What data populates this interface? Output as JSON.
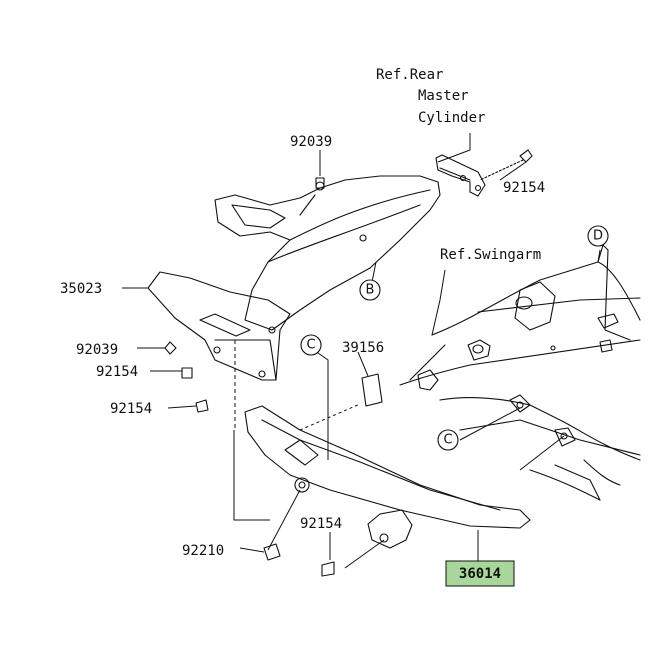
{
  "diagram": {
    "refs": {
      "rear_master_cylinder": [
        "Ref.Rear",
        "Master",
        "Cylinder"
      ],
      "swingarm": "Ref.Swingarm"
    },
    "parts": {
      "p92039_top": "92039",
      "p92154_right": "92154",
      "p35023": "35023",
      "p92039_left": "92039",
      "p92154_left_a": "92154",
      "p92154_left_b": "92154",
      "p39156": "39156",
      "p92154_bottom": "92154",
      "p92210": "92210",
      "p36014": "36014"
    },
    "markers": {
      "B": "B",
      "C_upper": "C",
      "C_lower": "C",
      "D": "D"
    },
    "highlight_color": "#a9d69a"
  }
}
